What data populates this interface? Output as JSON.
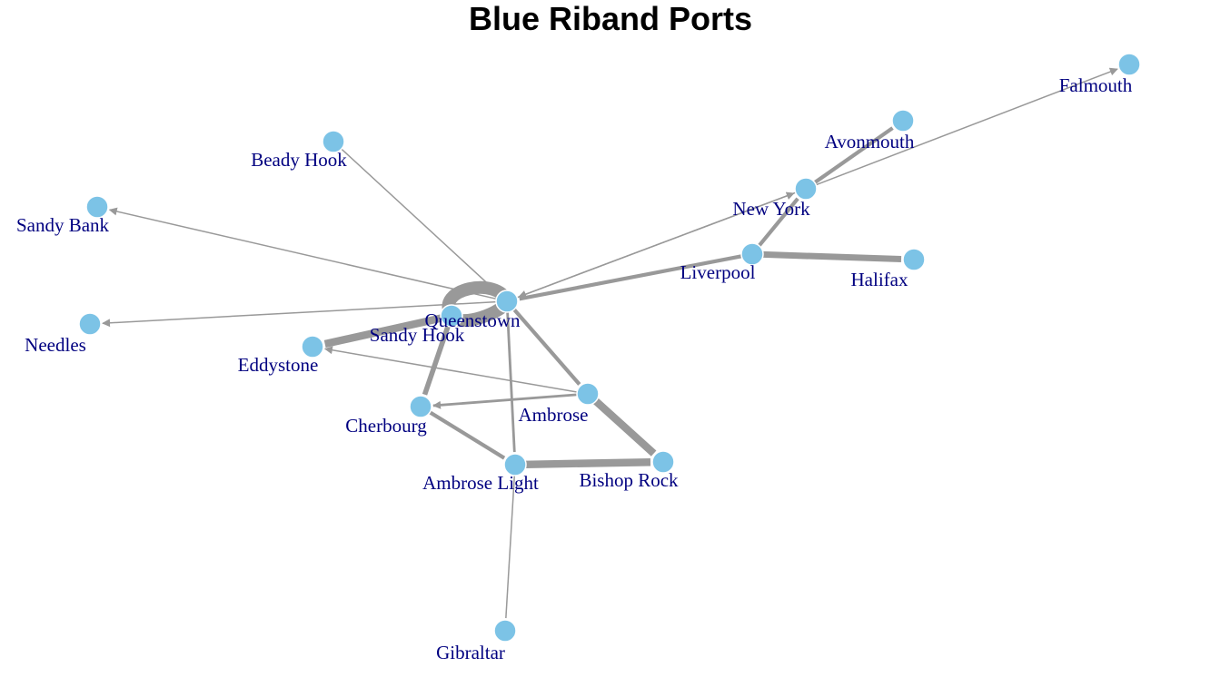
{
  "title": "Blue Riband Ports",
  "colors": {
    "node_fill": "#7cc3e6",
    "node_stroke": "#ffffff",
    "edge": "#999999",
    "label": "#000080",
    "title": "#000000"
  },
  "nodes": [
    {
      "id": "falmouth",
      "label": "Falmouth"
    },
    {
      "id": "avonmouth",
      "label": "Avonmouth"
    },
    {
      "id": "new_york",
      "label": "New York"
    },
    {
      "id": "liverpool",
      "label": "Liverpool"
    },
    {
      "id": "halifax",
      "label": "Halifax"
    },
    {
      "id": "beady_hook",
      "label": "Beady Hook"
    },
    {
      "id": "sandy_bank",
      "label": "Sandy Bank"
    },
    {
      "id": "needles",
      "label": "Needles"
    },
    {
      "id": "queenstown",
      "label": "Queenstown"
    },
    {
      "id": "sandy_hook",
      "label": "Sandy Hook"
    },
    {
      "id": "eddystone",
      "label": "Eddystone"
    },
    {
      "id": "cherbourg",
      "label": "Cherbourg"
    },
    {
      "id": "ambrose",
      "label": "Ambrose"
    },
    {
      "id": "ambrose_light",
      "label": "Ambrose Light"
    },
    {
      "id": "bishop_rock",
      "label": "Bishop Rock"
    },
    {
      "id": "gibraltar",
      "label": "Gibraltar"
    }
  ],
  "edges": [
    {
      "source": "new_york",
      "target": "falmouth",
      "weight": 1,
      "directed": true
    },
    {
      "source": "new_york",
      "target": "avonmouth",
      "weight": 3,
      "directed": false
    },
    {
      "source": "liverpool",
      "target": "new_york",
      "weight": 3,
      "directed": false
    },
    {
      "source": "liverpool",
      "target": "halifax",
      "weight": 5,
      "directed": false
    },
    {
      "source": "liverpool",
      "target": "queenstown",
      "weight": 3,
      "directed": false
    },
    {
      "source": "new_york",
      "target": "queenstown",
      "weight": 1,
      "directed": true
    },
    {
      "source": "queenstown",
      "target": "new_york",
      "weight": 1,
      "directed": true
    },
    {
      "source": "beady_hook",
      "target": "queenstown",
      "weight": 1,
      "directed": false
    },
    {
      "source": "queenstown",
      "target": "sandy_bank",
      "weight": 1,
      "directed": true
    },
    {
      "source": "queenstown",
      "target": "needles",
      "weight": 1,
      "directed": true
    },
    {
      "source": "queenstown",
      "target": "sandy_hook",
      "weight": 10,
      "directed": false,
      "loop": true
    },
    {
      "source": "sandy_hook",
      "target": "eddystone",
      "weight": 6,
      "directed": false
    },
    {
      "source": "sandy_hook",
      "target": "cherbourg",
      "weight": 4,
      "directed": false
    },
    {
      "source": "ambrose",
      "target": "eddystone",
      "weight": 1,
      "directed": true
    },
    {
      "source": "ambrose",
      "target": "cherbourg",
      "weight": 2,
      "directed": true
    },
    {
      "source": "queenstown",
      "target": "ambrose",
      "weight": 3,
      "directed": false
    },
    {
      "source": "ambrose",
      "target": "bishop_rock",
      "weight": 6,
      "directed": false
    },
    {
      "source": "queenstown",
      "target": "ambrose_light",
      "weight": 2,
      "directed": false
    },
    {
      "source": "cherbourg",
      "target": "ambrose_light",
      "weight": 3,
      "directed": false
    },
    {
      "source": "ambrose_light",
      "target": "bishop_rock",
      "weight": 6,
      "directed": false
    },
    {
      "source": "ambrose_light",
      "target": "gibraltar",
      "weight": 1,
      "directed": false
    }
  ]
}
